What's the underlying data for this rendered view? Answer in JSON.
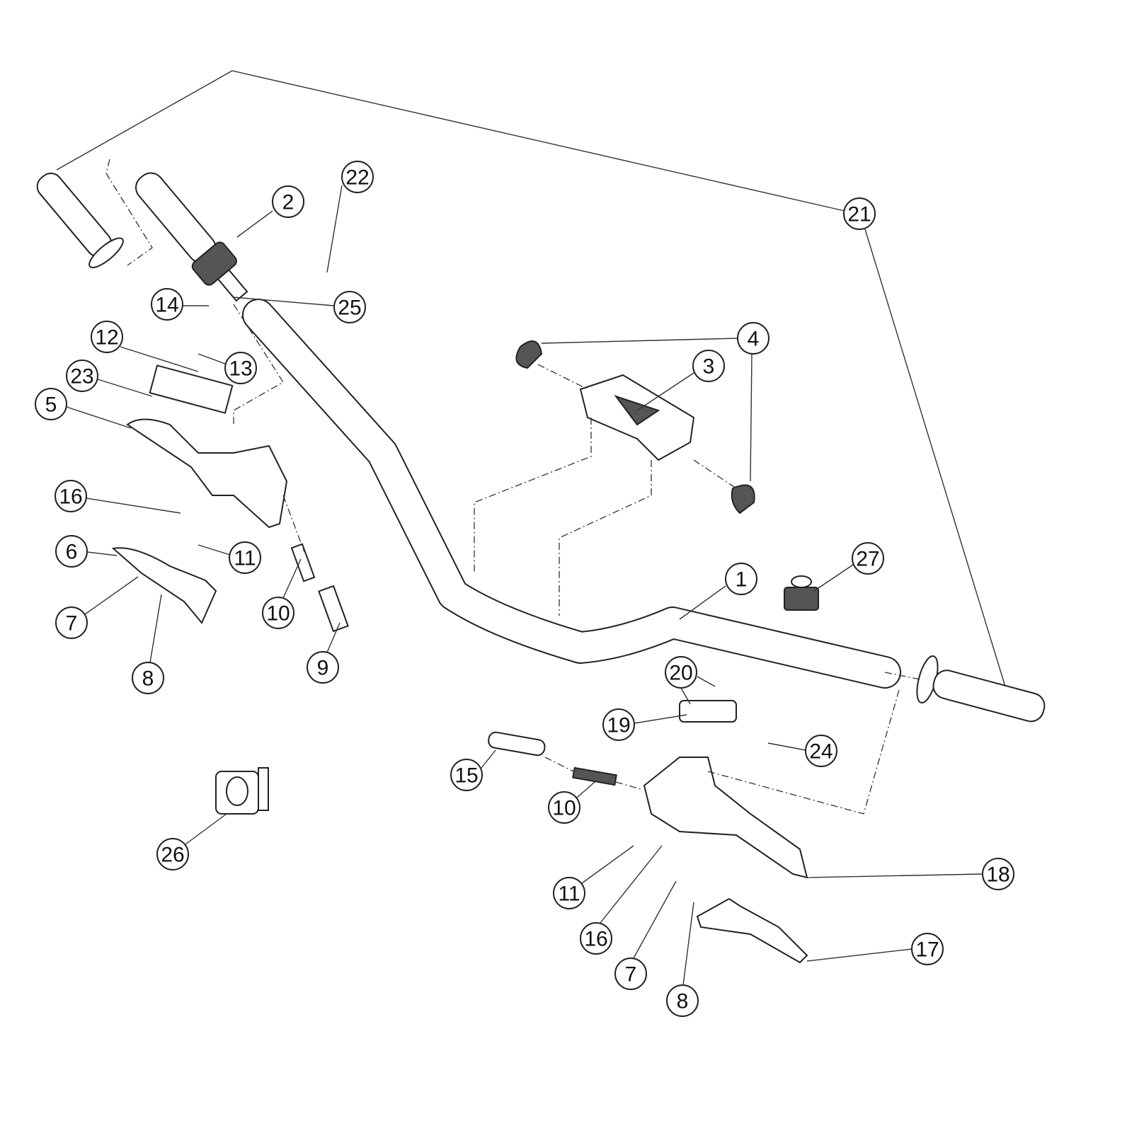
{
  "diagram": {
    "type": "exploded-parts-diagram",
    "callouts": [
      {
        "label": "1"
      },
      {
        "label": "2"
      },
      {
        "label": "3"
      },
      {
        "label": "4"
      },
      {
        "label": "5"
      },
      {
        "label": "6"
      },
      {
        "label": "7"
      },
      {
        "label": "8"
      },
      {
        "label": "9"
      },
      {
        "label": "10"
      },
      {
        "label": "11"
      },
      {
        "label": "12"
      },
      {
        "label": "13"
      },
      {
        "label": "14"
      },
      {
        "label": "15"
      },
      {
        "label": "16"
      },
      {
        "label": "17"
      },
      {
        "label": "18"
      },
      {
        "label": "19"
      },
      {
        "label": "20"
      },
      {
        "label": "21"
      },
      {
        "label": "22"
      },
      {
        "label": "23"
      },
      {
        "label": "24"
      },
      {
        "label": "25"
      },
      {
        "label": "26"
      },
      {
        "label": "27"
      },
      {
        "label": "10"
      },
      {
        "label": "11"
      },
      {
        "label": "16"
      },
      {
        "label": "7"
      },
      {
        "label": "8"
      }
    ]
  }
}
